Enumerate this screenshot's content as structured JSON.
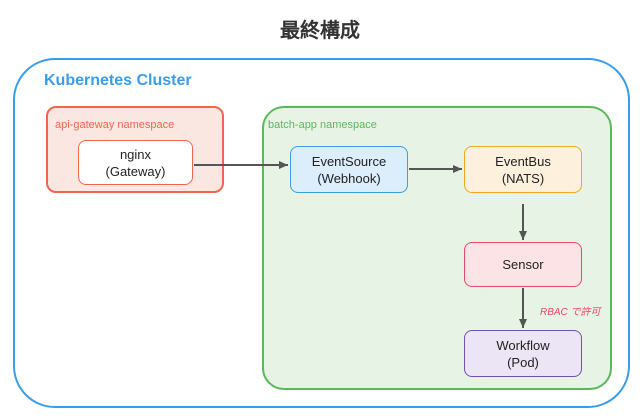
{
  "title": "最終構成",
  "cluster": {
    "label": "Kubernetes Cluster"
  },
  "namespaces": {
    "gateway": {
      "label": "api-gateway namespace"
    },
    "batch": {
      "label": "batch-app namespace"
    }
  },
  "nodes": {
    "nginx": {
      "line1": "nginx",
      "line2": "(Gateway)"
    },
    "eventsource": {
      "line1": "EventSource",
      "line2": "(Webhook)"
    },
    "eventbus": {
      "line1": "EventBus",
      "line2": "(NATS)"
    },
    "sensor": {
      "line1": "Sensor"
    },
    "workflow": {
      "line1": "Workflow",
      "line2": "(Pod)"
    }
  },
  "edge_labels": {
    "rbac": "RBAC で許可"
  },
  "colors": {
    "cluster": "#3a9de8",
    "gateway_ns": "#f0654f",
    "batch_ns": "#5cb85c",
    "eventsource": "#3a9de8",
    "eventbus": "#f5a623",
    "sensor": "#e94867",
    "workflow": "#7152b0",
    "arrow": "#555555"
  }
}
